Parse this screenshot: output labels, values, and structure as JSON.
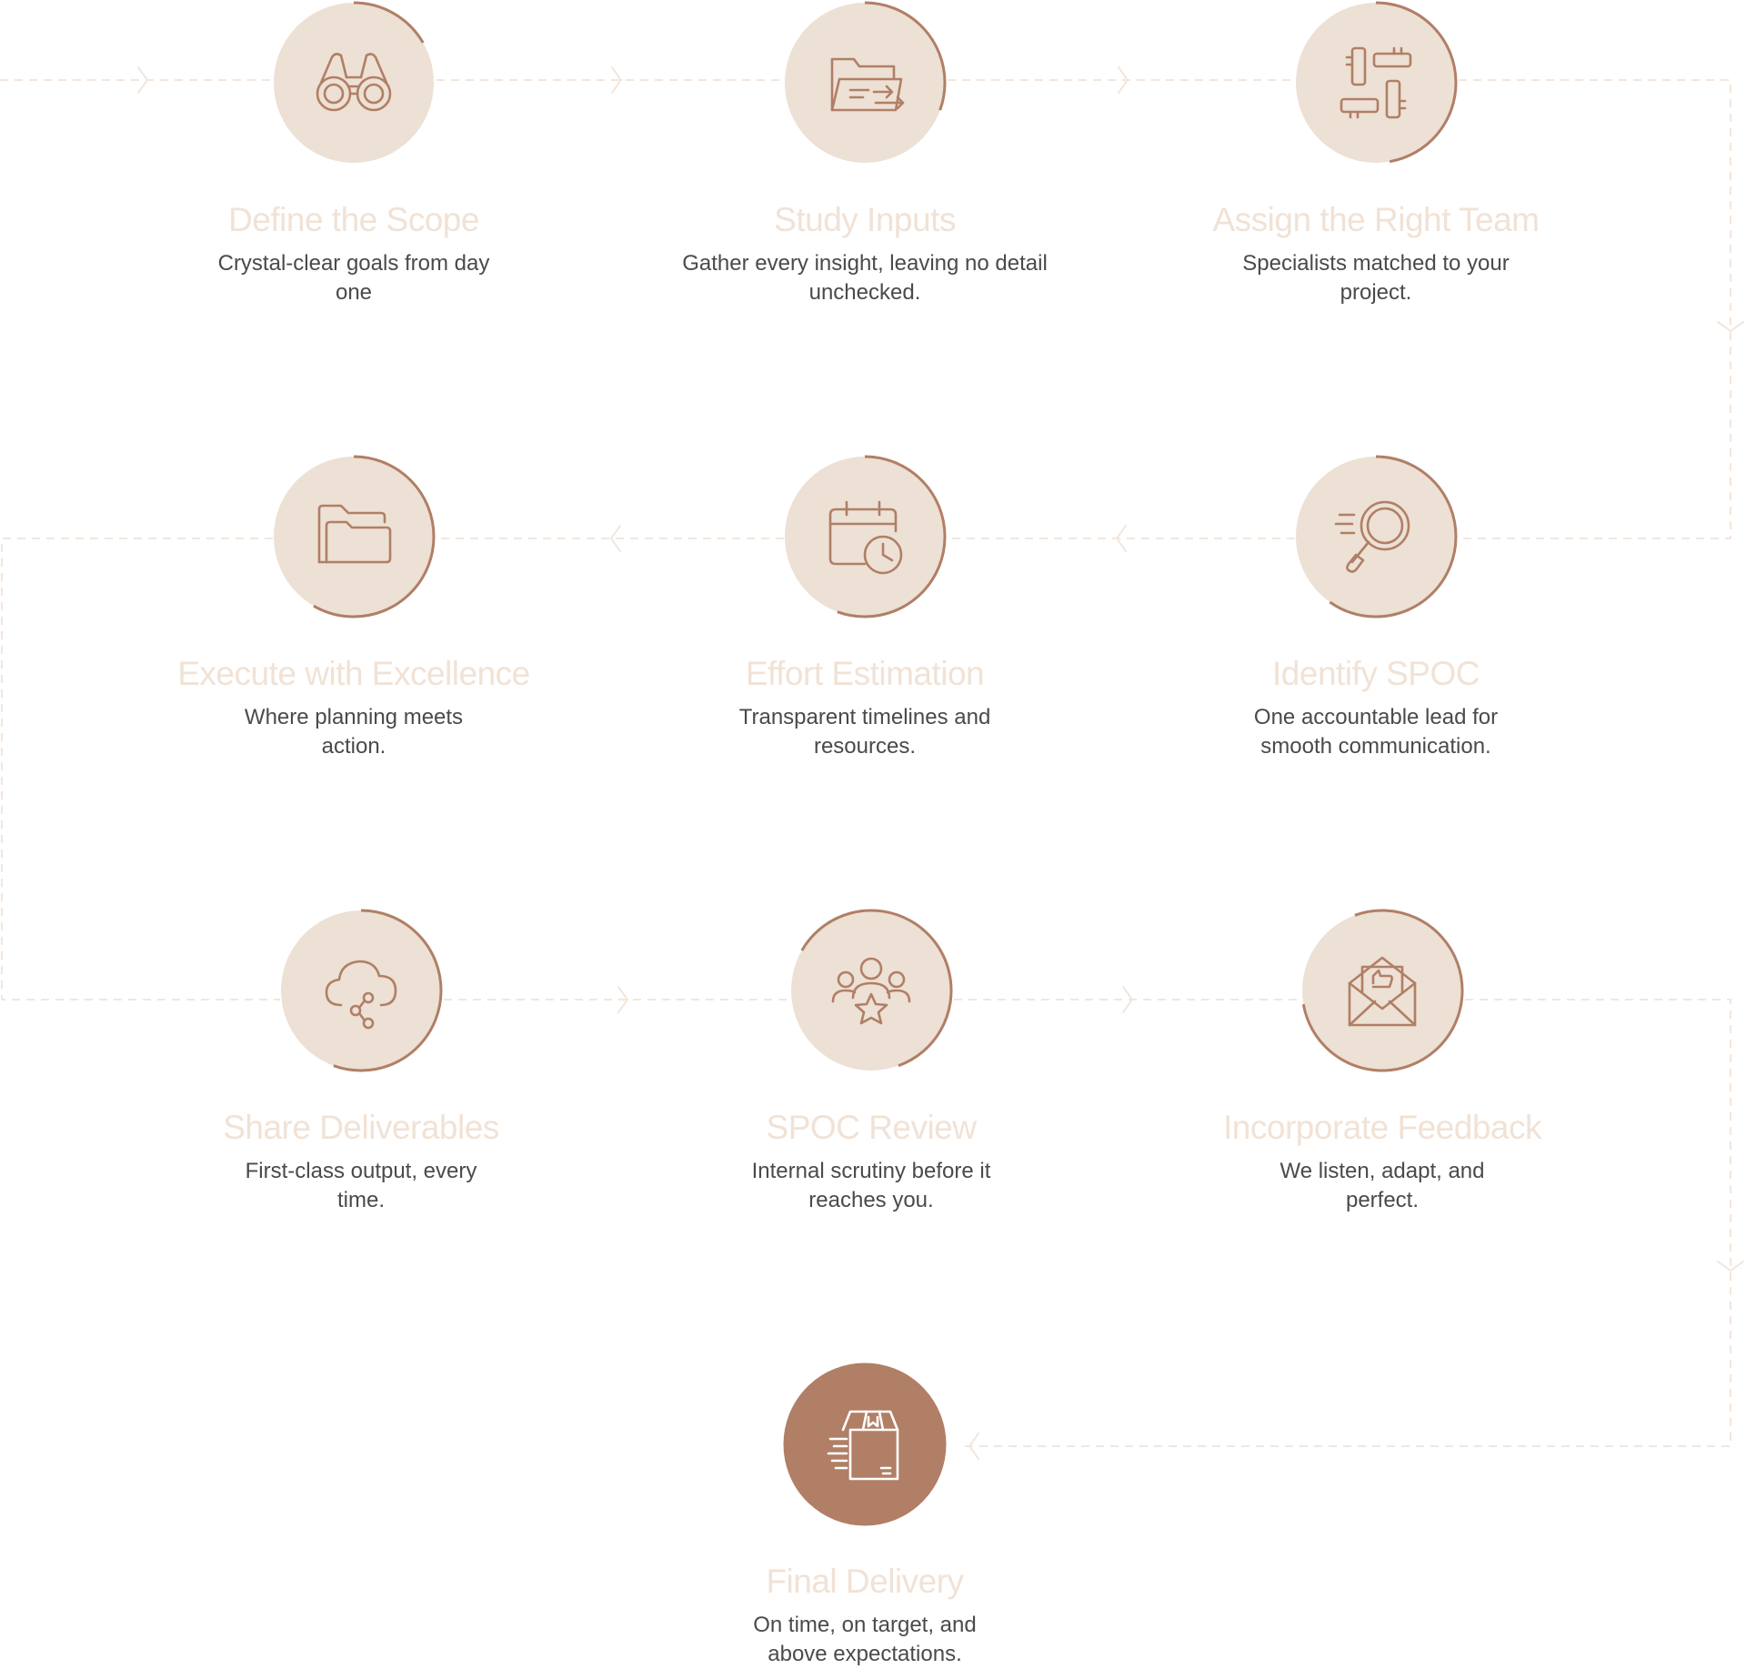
{
  "colors": {
    "circle_fill": "#ede0d4",
    "accent": "#b07f66",
    "title": "#f1e2d6",
    "description": "#4a4a4a",
    "connector": "#f3e6dc"
  },
  "steps": [
    {
      "title": "Define the Scope",
      "description": "Crystal-clear goals from day one",
      "icon": "binoculars-icon"
    },
    {
      "title": "Study Inputs",
      "description": "Gather every insight, leaving no detail unchecked.",
      "icon": "folder-transfer-icon"
    },
    {
      "title": "Assign the Right Team",
      "description": "Specialists matched to your project.",
      "icon": "team-hands-icon"
    },
    {
      "title": "Identify SPOC",
      "description": "One accountable lead for smooth communication.",
      "icon": "magnifier-icon"
    },
    {
      "title": "Effort Estimation",
      "description": "Transparent timelines and resources.",
      "icon": "calendar-clock-icon"
    },
    {
      "title": "Execute with Excellence",
      "description": "Where planning meets action.",
      "icon": "folder-icon"
    },
    {
      "title": "Share Deliverables",
      "description": "First-class output, every time.",
      "icon": "cloud-share-icon"
    },
    {
      "title": "SPOC Review",
      "description": "Internal scrutiny before it reaches you.",
      "icon": "group-star-icon"
    },
    {
      "title": "Incorporate Feedback",
      "description": "We listen, adapt, and perfect.",
      "icon": "envelope-thumbs-up-icon"
    },
    {
      "title": "Final Delivery",
      "description": "On time, on target, and above expectations.",
      "icon": "delivery-box-icon"
    }
  ]
}
